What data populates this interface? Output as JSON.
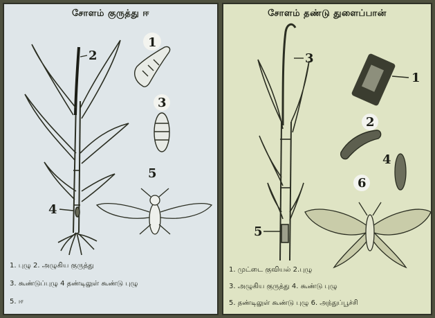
{
  "left_panel": {
    "title": "சோளம் குருத்து ஈ",
    "labels": [
      "1",
      "2",
      "3",
      "4",
      "5"
    ],
    "legend": [
      "1. புழு 2. அழுகிய குருத்து",
      "3. கூண்டுப்புழு 4 தண்டிலுள் கூண்டு புழு",
      "5. ஈ"
    ]
  },
  "right_panel": {
    "title": "சோளம் தண்டு துளைப்பான்",
    "labels": [
      "1",
      "2",
      "3",
      "4",
      "5",
      "6"
    ],
    "legend": [
      "1. முட்டை குவியல் 2.புழு",
      "3. அழுகிய குருத்து 4. கூண்டு புழு",
      "5. தண்டிலுள் கூண்டு புழு 6. அந்துப்பூச்சி"
    ]
  },
  "colors": {
    "left_bg": "#dfe6e9",
    "right_bg": "#dfe4c4",
    "ink": "#1f2218",
    "frame": "#4f513f"
  }
}
